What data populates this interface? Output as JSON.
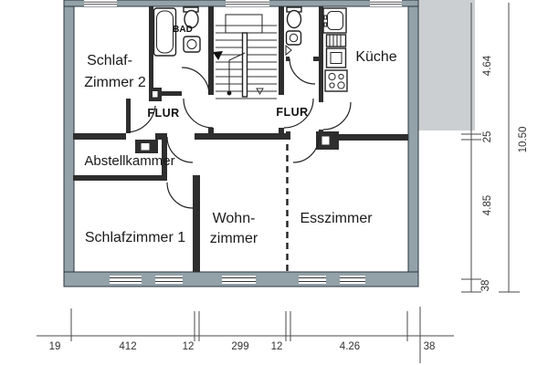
{
  "plan_title": "apartment-floor-plan",
  "rooms": {
    "schlafzimmer2_line1": "Schlaf-",
    "schlafzimmer2_line2": "Zimmer 2",
    "bad": "BAD",
    "kueche": "Küche",
    "flur_left": "FLUR",
    "flur_right": "FLUR",
    "abstellkammer": "Abstellkammer",
    "schlafzimmer1": "Schlafzimmer 1",
    "wohnzimmer_line1": "Wohn-",
    "wohnzimmer_line2": "zimmer",
    "esszimmer": "Esszimmer"
  },
  "dimensions": {
    "bottom": [
      "19",
      "412",
      "12",
      "299",
      "12",
      "4.26",
      "38"
    ],
    "right_inner": [
      "4.64",
      "25",
      "4.85",
      "38"
    ],
    "right_total": "10.50"
  },
  "colors": {
    "wall_fill": "#93a1a8",
    "interior_wall": "#2e2e2e",
    "neighbor_area": "#cbcfd1",
    "dimension_line": "#4a4a4a",
    "background": "#ffffff"
  }
}
